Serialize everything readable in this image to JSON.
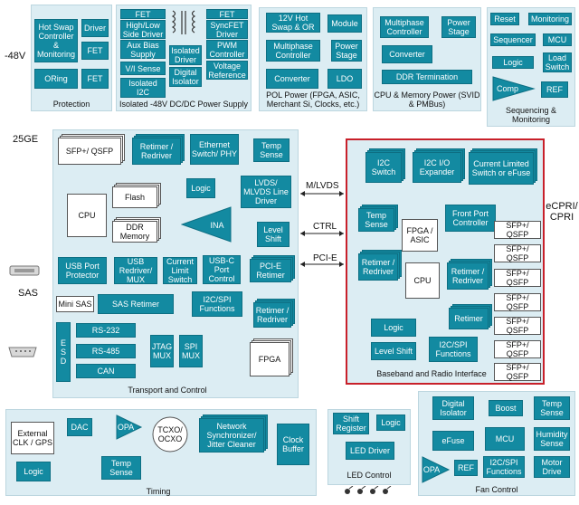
{
  "colors": {
    "block": "#138aa1",
    "panel": "#dcedf3",
    "highlight": "#c8202a"
  },
  "protection": {
    "caption": "Protection",
    "hot_swap": "Hot Swap Controller & Monitoring",
    "driver": "Driver",
    "fet1": "FET",
    "oring": "ORing",
    "fet2": "FET",
    "input": "-48V"
  },
  "isolated": {
    "caption": "Isolated -48V DC/DC Power Supply",
    "fet": "FET",
    "hl_driver": "High/Low Side Driver",
    "aux_bias": "Aux Bias Supply",
    "vi_sense": "V/I Sense",
    "isolated_i2c": "Isolated I2C",
    "iso_driver": "Isolated Driver",
    "digital_isolator": "Digital Isolator",
    "fet_right": "FET",
    "syncfet": "SyncFET Driver",
    "pwm": "PWM Controller",
    "vref": "Voltage Reference"
  },
  "pol": {
    "caption": "POL Power (FPGA, ASIC, Merchant Si, Clocks, etc.)",
    "hot_swap": "12V Hot Swap & OR",
    "module": "Module",
    "multiphase": "Multiphase Controller",
    "power_stage": "Power Stage",
    "converter": "Converter",
    "ldo": "LDO"
  },
  "cpu_mem": {
    "caption": "CPU & Memory Power (SVID & PMBus)",
    "multiphase": "Multiphase Controller",
    "power_stage": "Power Stage",
    "converter": "Converter",
    "ddr": "DDR Termination"
  },
  "seq": {
    "caption": "Sequencing & Monitoring",
    "reset": "Reset",
    "monitoring": "Monitoring",
    "sequencer": "Sequencer",
    "mcu": "MCU",
    "logic": "Logic",
    "load_switch": "Load Switch",
    "comp": "Comp",
    "ref": "REF"
  },
  "transport": {
    "caption": "Transport and Control",
    "ext_25ge": "25GE",
    "sfp": "SFP+/ QSFP",
    "retimer1": "Retimer / Redriver",
    "eth_switch": "Ethernet Switch/ PHY",
    "temp_sense": "Temp Sense",
    "cpu": "CPU",
    "flash": "Flash",
    "ddr": "DDR Memory",
    "logic": "Logic",
    "ina": "INA",
    "lvds": "LVDS/ MLVDS Line Driver",
    "level_shift": "Level Shift",
    "pcie_retimer": "PCI-E Retimer",
    "usb_prot": "USB Port Protector",
    "usb_redriver": "USB Redriver/ MUX",
    "current_limit": "Current Limit Switch",
    "usbc": "USB-C Port Control",
    "ext_sas": "SAS",
    "mini_sas": "Mini SAS",
    "sas_retimer": "SAS Retimer",
    "i2c_spi": "I2C/SPI Functions",
    "retimer2": "Retimer / Redriver",
    "esd": "E S D",
    "rs232": "RS-232",
    "rs485": "RS-485",
    "can": "CAN",
    "jtag": "JTAG MUX",
    "spi_mux": "SPI MUX",
    "fpga": "FPGA"
  },
  "links": {
    "mlvds": "M/LVDS",
    "ctrl": "CTRL",
    "pcie": "PCI-E"
  },
  "baseband": {
    "caption": "Baseband and Radio Interface",
    "i2c_switch": "I2C Switch",
    "i2c_io": "I2C I/O Expander",
    "current_limited": "Current Limited Switch or eFuse",
    "temp_sense": "Temp Sense",
    "fpga_asic": "FPGA / ASIC",
    "front_port": "Front Port Controller",
    "retimer_left": "Retimer / Redriver",
    "cpu": "CPU",
    "retimer_mid": "Retimer / Redriver",
    "retimer_low": "Retimer",
    "logic": "Logic",
    "level_shift": "Level Shift",
    "i2c_spi": "I2C/SPI Functions",
    "sfp": [
      "SFP+/ QSFP",
      "SFP+/ QSFP",
      "SFP+/ QSFP",
      "SFP+/ QSFP",
      "SFP+/ QSFP",
      "SFP+/ QSFP",
      "SFP+/ QSFP"
    ],
    "ext_cpri": "eCPRI/ CPRI"
  },
  "timing": {
    "caption": "Timing",
    "ext_clk": "External CLK / GPS",
    "dac": "DAC",
    "opa": "OPA",
    "tcxo": "TCXO/ OCXO",
    "net_sync": "Network Synchronizer/ Jitter Cleaner",
    "clock_buffer": "Clock Buffer",
    "temp_sense": "Temp Sense",
    "logic": "Logic"
  },
  "led": {
    "caption": "LED Control",
    "shift_register": "Shift Register",
    "logic": "Logic",
    "led_driver": "LED Driver"
  },
  "fan": {
    "caption": "Fan Control",
    "digital_isolator": "Digital Isolator",
    "boost": "Boost",
    "temp_sense": "Temp Sense",
    "efuse": "eFuse",
    "mcu": "MCU",
    "humidity": "Humidity Sense",
    "opa": "OPA",
    "ref": "REF",
    "i2c_spi": "I2C/SPI Functions",
    "motor_drive": "Motor Drive"
  }
}
